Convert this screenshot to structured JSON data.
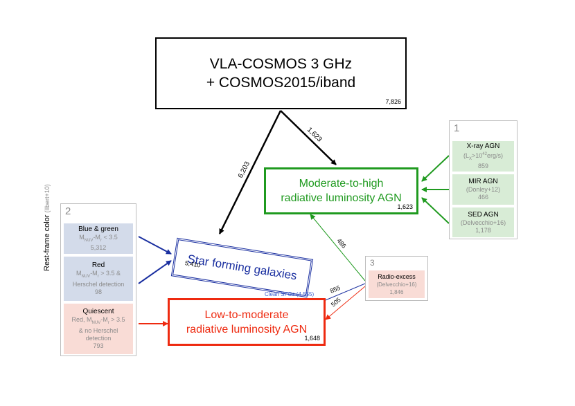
{
  "colors": {
    "black": "#000000",
    "green": "#1f9a1f",
    "blue": "#1a2fa0",
    "red": "#ee2a10",
    "green_cell": "#d8ecd6",
    "blue_cell": "#d3dbea",
    "red_cell": "#f9dcd6"
  },
  "main_box": {
    "line1": "VLA-COSMOS 3 GHz",
    "line2": "+ COSMOS2015/iband",
    "count": "7,826"
  },
  "mlagn_box": {
    "line1": "Moderate-to-high",
    "line2": "radiative luminosity AGN",
    "count": "1,623"
  },
  "sfg_box": {
    "label": "Star forming galaxies",
    "count": "5,410",
    "clean": "Clean SFGs (4,555)"
  },
  "hlagn_box": {
    "line1": "Low-to-moderate",
    "line2": "radiative luminosity AGN",
    "count": "1,648"
  },
  "panel1": {
    "number": "1",
    "items": [
      {
        "title": "X-ray AGN",
        "criteria": "(L",
        "criteria_sub": "X",
        "criteria_rest": ">10",
        "criteria_sup": "42",
        "criteria_end": "erg/s)",
        "count": "859"
      },
      {
        "title": "MIR AGN",
        "criteria": "(Donley+12)",
        "count": "466"
      },
      {
        "title": "SED AGN",
        "criteria": "(Delvecchio+16)",
        "count": "1,178"
      }
    ]
  },
  "panel2": {
    "number": "2",
    "side_label": "Rest-frame color",
    "side_label_ref": "(Ilbert+10)",
    "items": [
      {
        "title": "Blue & green",
        "criteria_a": "M",
        "criteria_a_sub": "NUV",
        "criteria_b": "-M",
        "criteria_b_sub": "r",
        "criteria_c": " < 3.5",
        "count": "5,312"
      },
      {
        "title": "Red",
        "criteria_a": "M",
        "criteria_a_sub": "NUV",
        "criteria_b": "-M",
        "criteria_b_sub": "r",
        "criteria_c": " > 3.5 &",
        "criteria_line2": "Herschel detection",
        "count": "98"
      },
      {
        "title": "Quiescent",
        "title2": "Red, M",
        "title2_sub": "NUV",
        "title2_b": "-M",
        "title2_b_sub": "r",
        "title2_c": " > 3.5",
        "criteria_line2": "& no Herschel",
        "criteria_line3": "detection",
        "count": "793"
      }
    ]
  },
  "panel3": {
    "number": "3",
    "title": "Radio-excess",
    "criteria": "(Delvecchio+16)",
    "count": "1,846"
  },
  "arrows": {
    "main_to_sfg": "6,203",
    "main_to_mlagn": "1,623",
    "radio_to_mlagn": "486",
    "radio_to_sfg": "855",
    "radio_to_hlagn": "505"
  }
}
